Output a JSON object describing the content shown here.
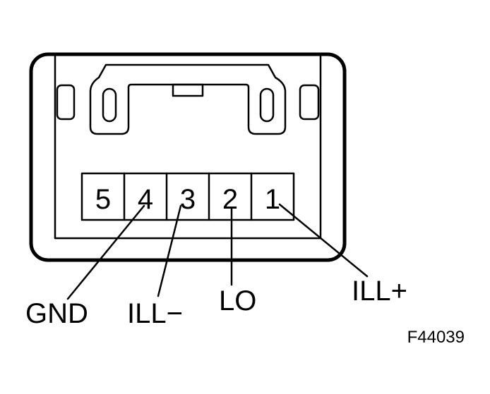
{
  "connector": {
    "pins": [
      {
        "number": "5"
      },
      {
        "number": "4"
      },
      {
        "number": "3"
      },
      {
        "number": "2"
      },
      {
        "number": "1"
      }
    ]
  },
  "labels": {
    "gnd": "GND",
    "ill_minus": "ILL−",
    "lo": "LO",
    "ill_plus": "ILL+"
  },
  "figure_id": "F44039"
}
